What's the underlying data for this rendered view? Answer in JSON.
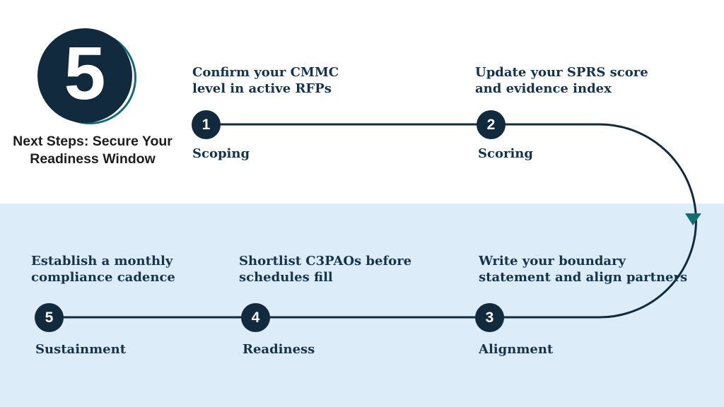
{
  "colors": {
    "navy": "#112a3e",
    "text_navy": "#14334f",
    "teal": "#136b73",
    "pale_blue": "#dcedf9",
    "white": "#ffffff"
  },
  "header": {
    "big_number": "5",
    "title": "Next Steps: Secure Your\nReadiness Window"
  },
  "steps": [
    {
      "number": "1",
      "label": "Scoping",
      "description": "Confirm your CMMC\nlevel in active RFPs"
    },
    {
      "number": "2",
      "label": "Scoring",
      "description": "Update your SPRS score\nand evidence index"
    },
    {
      "number": "3",
      "label": "Alignment",
      "description": "Write your boundary\nstatement and align partners"
    },
    {
      "number": "4",
      "label": "Readiness",
      "description": "Shortlist C3PAOs before\nschedules fill"
    },
    {
      "number": "5",
      "label": "Sustainment",
      "description": "Establish a monthly\ncompliance cadence"
    }
  ]
}
